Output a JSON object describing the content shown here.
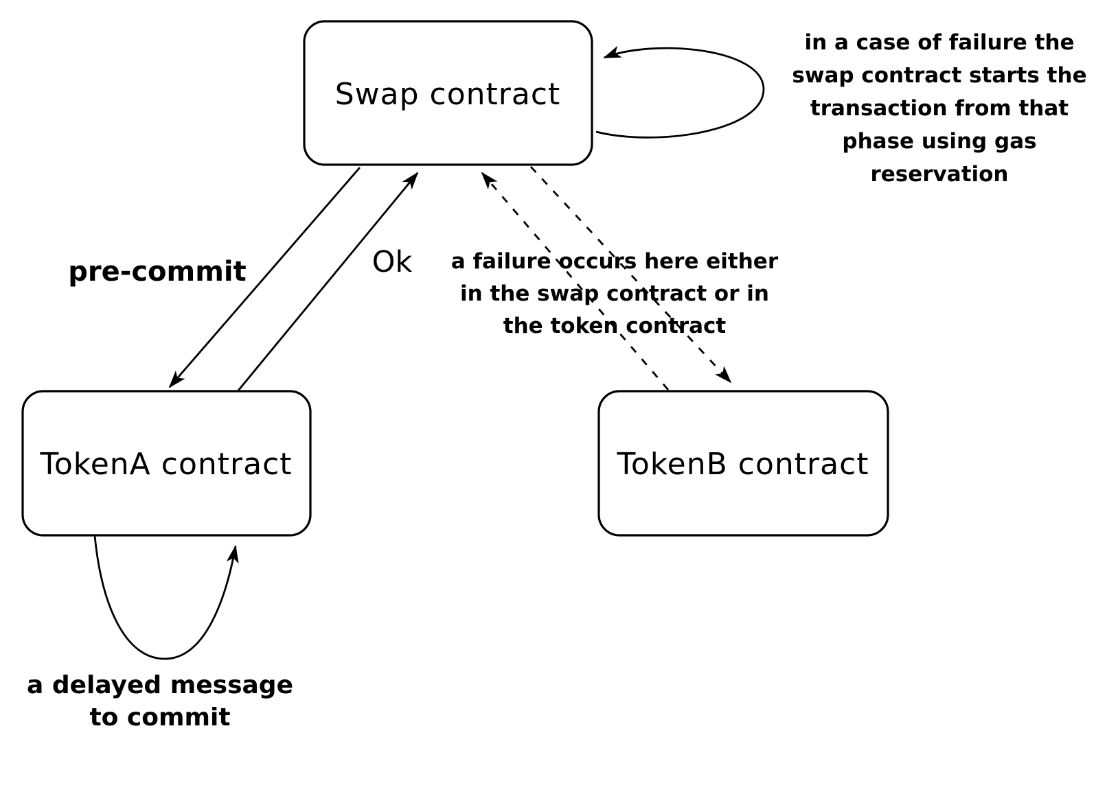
{
  "diagram": {
    "colors": {
      "background": "#ffffff",
      "stroke": "#000000",
      "text": "#000000"
    },
    "nodes": {
      "swap": {
        "label": "Swap contract"
      },
      "token_a": {
        "label": "TokenA contract"
      },
      "token_b": {
        "label": "TokenB contract"
      }
    },
    "edge_labels": {
      "pre_commit": "pre-commit",
      "ok": "Ok"
    },
    "notes": {
      "gas_reservation": {
        "lines": [
          "in a case of failure the",
          "swap contract starts the",
          "transaction from that",
          "phase using gas",
          "reservation"
        ]
      },
      "failure_location": {
        "lines": [
          "a failure occurs here either",
          "in the swap contract or in",
          "the token contract"
        ]
      },
      "delayed_commit": {
        "lines": [
          "a delayed message",
          "to commit"
        ]
      }
    }
  }
}
